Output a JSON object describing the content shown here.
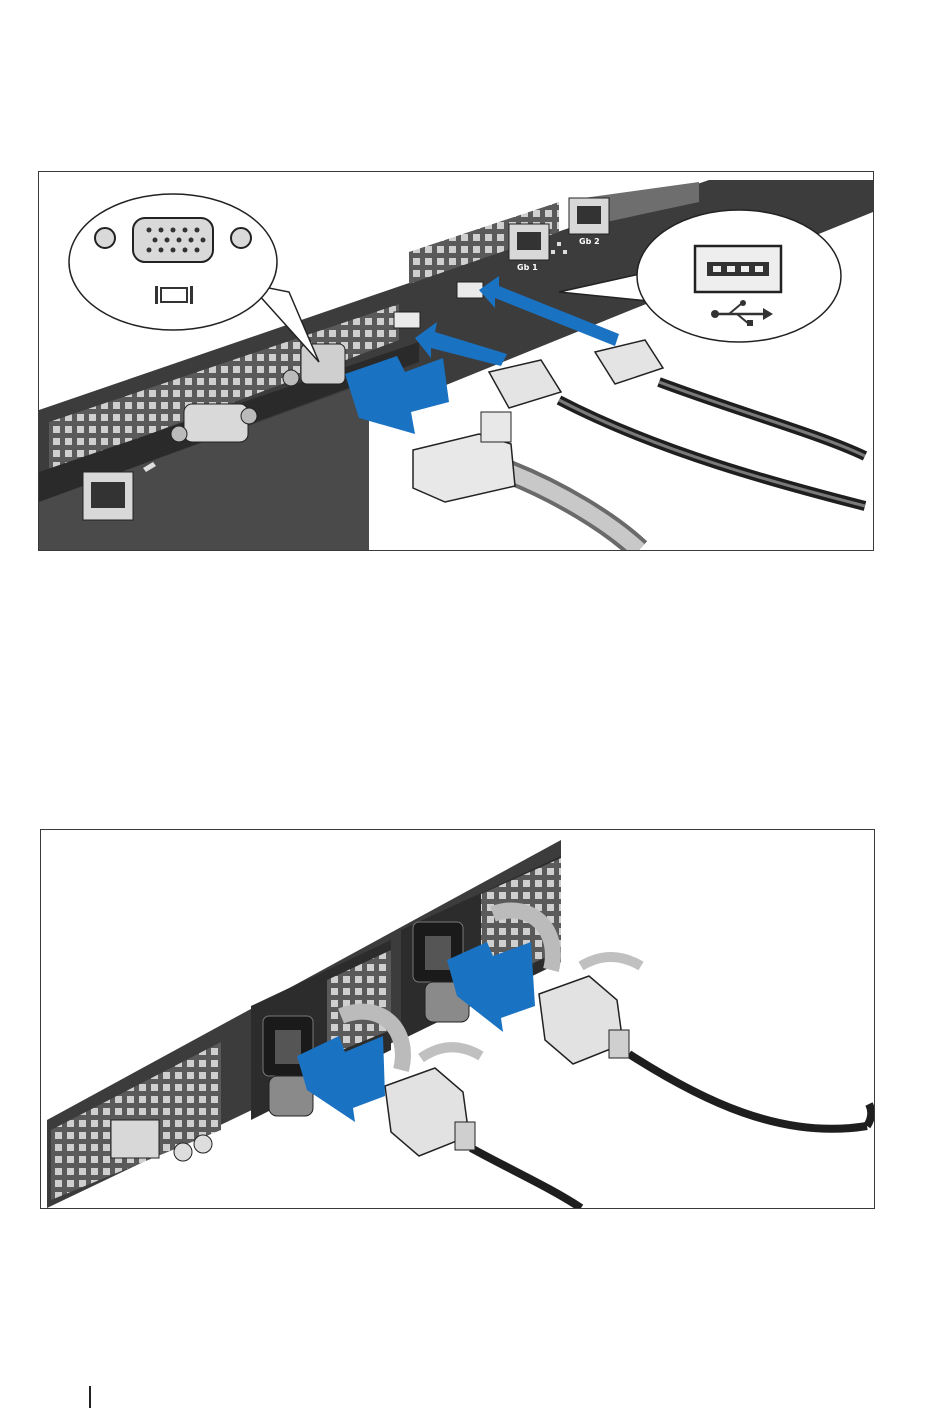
{
  "figures": [
    {
      "id": "fig1",
      "depicts": [
        "vga-port-callout",
        "usb-port-callout",
        "vga-cable",
        "usb-cable-1",
        "usb-cable-2",
        "insertion-arrows"
      ],
      "port_labels": {
        "nic1": "Gb 1",
        "nic2": "Gb 2"
      }
    },
    {
      "id": "fig2",
      "depicts": [
        "power-supply-1",
        "power-supply-2",
        "power-cable-1",
        "power-cable-2",
        "insertion-arrows"
      ]
    }
  ],
  "colors": {
    "arrow": "#1a72c2",
    "chassis": "#3c3c3c",
    "panel": "#6e6e6e",
    "plug": "#e2e2e2"
  },
  "icons": [
    "vga-icon",
    "usb-icon",
    "network-icon",
    "wrench-icon"
  ]
}
